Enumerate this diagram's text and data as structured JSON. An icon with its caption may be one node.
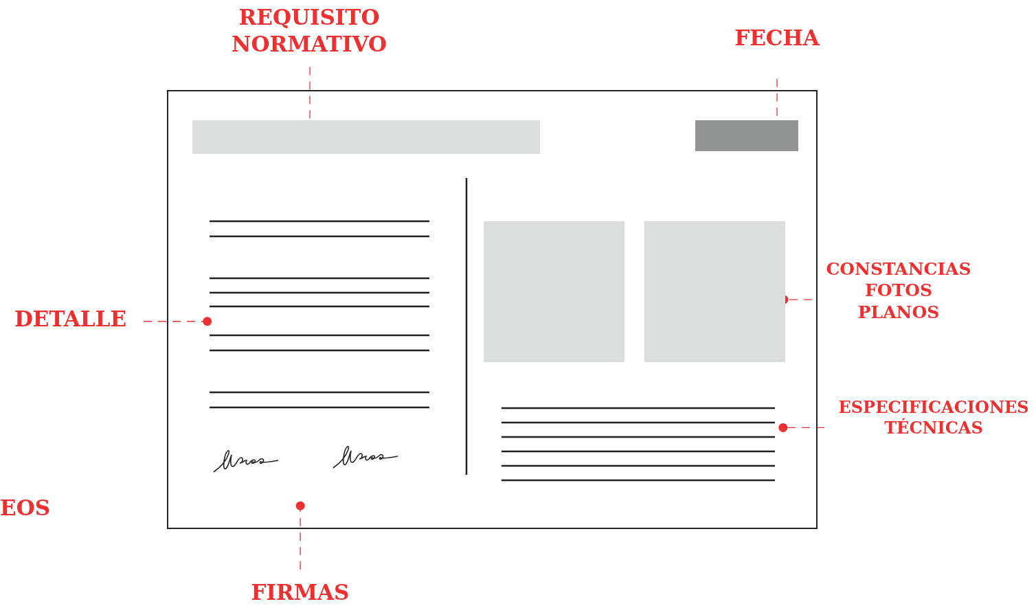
{
  "diagram": {
    "nodes": [
      {
        "text": [],
        "shape": "box"
      },
      {
        "text": [],
        "shape": "bar",
        "in": 0
      },
      {
        "text": [],
        "shape": "bar",
        "in": 0
      },
      {
        "text": [],
        "shape": "box",
        "in": 0
      },
      {
        "text": [],
        "shape": "box",
        "in": 0
      },
      {
        "text": [
          "REQUISITO NORMATIVO"
        ]
      },
      {
        "text": [
          "FECHA"
        ]
      },
      {
        "text": [
          "DETALLE"
        ]
      },
      {
        "text": [
          "CONSTANCIAS FOTOS PLANOS"
        ]
      },
      {
        "text": [
          "ESPECIFICACIONES TÉCNICAS"
        ]
      },
      {
        "text": [
          "FIRMAS"
        ]
      }
    ],
    "edges": [
      {
        "from": 5,
        "to": 1,
        "arrow": "other",
        "style": "dashed"
      },
      {
        "from": 6,
        "to": 2,
        "arrow": "other",
        "style": "dashed"
      },
      {
        "from": 7,
        "to": 0,
        "arrow": "other",
        "style": "dashed"
      },
      {
        "from": 8,
        "to": 4,
        "arrow": "other",
        "style": "dashed"
      },
      {
        "from": 9,
        "to": 0,
        "arrow": "other",
        "style": "dashed"
      },
      {
        "from": 10,
        "to": 0,
        "arrow": "other",
        "style": "dashed"
      }
    ],
    "labels": [
      "EOS"
    ]
  }
}
